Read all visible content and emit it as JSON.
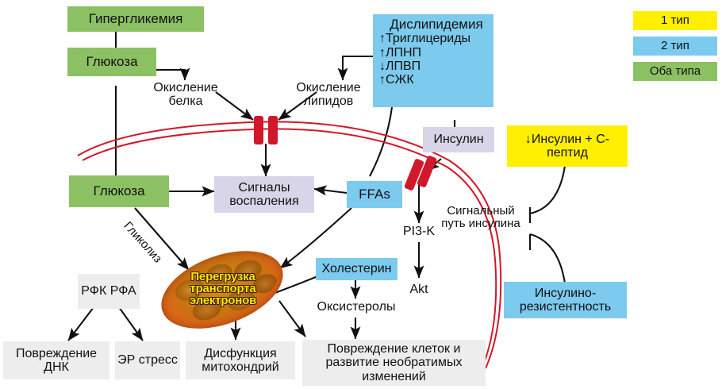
{
  "legend": {
    "items": [
      {
        "label": "1 тип",
        "color": "#ffef00"
      },
      {
        "label": "2 тип",
        "color": "#7ccaee"
      },
      {
        "label": "Оба типа",
        "color": "#8cc163"
      }
    ]
  },
  "boxes": {
    "hyperglycemia": "Гипергликемия",
    "glucose_out": "Глюкоза",
    "glucose_in": "Глюкоза",
    "dyslipidemia_title": "Дислипидемия",
    "dyslipidemia_lines": [
      "↑Триглицериды",
      "↑ЛПНП",
      "↓ЛПВП",
      "↑СЖК"
    ],
    "insulin": "Инсулин",
    "insulin_cpeptide": "↓Инсулин + С-пептид",
    "inflammation": "Сигналы воспаления",
    "ffas": "FFAs",
    "cholesterol": "Холестерин",
    "insulin_resistance": "Инсулино-резистентность",
    "rfk_rfa": "РФК РФА",
    "dna_damage": "Повреждение ДНК",
    "er_stress": "ЭР стресс",
    "mito_dysfunction": "Дисфункция митохондрий",
    "cell_damage": "Повреждение клеток и развитие необратимых изменений"
  },
  "labels": {
    "protein_oxidation": "Окисление белка",
    "lipid_oxidation": "Окисление липидов",
    "glycolysis": "Гликолиз",
    "pi3k": "PI3-K",
    "akt": "Akt",
    "oxysterols": "Оксистеролы",
    "insulin_signaling": "Сигнальный путь инсулина",
    "mitochondrion": "Перегрузка транспорта электронов"
  },
  "colors": {
    "green": "#8cc163",
    "blue": "#7ccaee",
    "yellow": "#ffef00",
    "lavender": "#d9d5e9",
    "gray": "#ededed",
    "membrane": "#d1182b",
    "arrow": "#111111",
    "mito_text": "#ffe400"
  }
}
